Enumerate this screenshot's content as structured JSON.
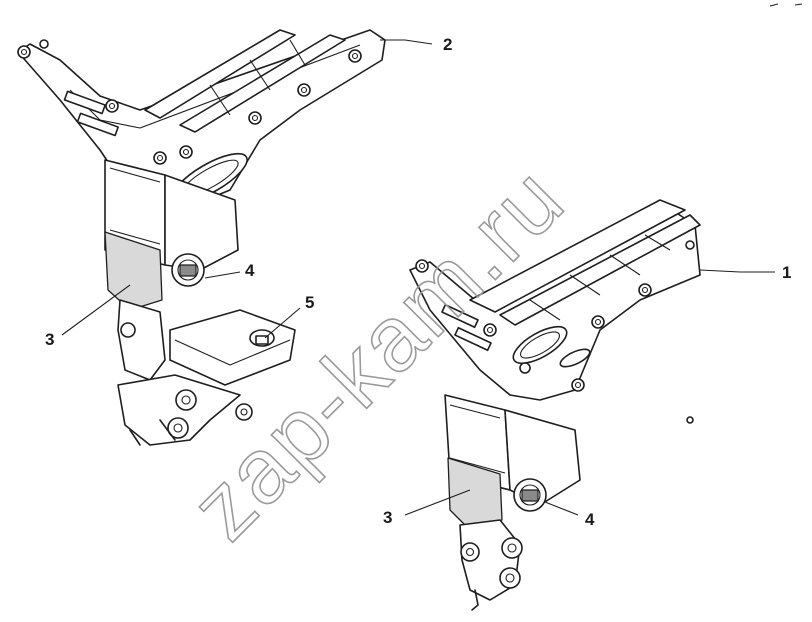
{
  "watermark": {
    "text": "zap-kam.ru"
  },
  "callouts": [
    {
      "id": "c1",
      "label": "1"
    },
    {
      "id": "c2",
      "label": "2"
    },
    {
      "id": "c3a",
      "label": "3"
    },
    {
      "id": "c3b",
      "label": "3"
    },
    {
      "id": "c4a",
      "label": "4"
    },
    {
      "id": "c4b",
      "label": "4"
    },
    {
      "id": "c5",
      "label": "5"
    }
  ]
}
